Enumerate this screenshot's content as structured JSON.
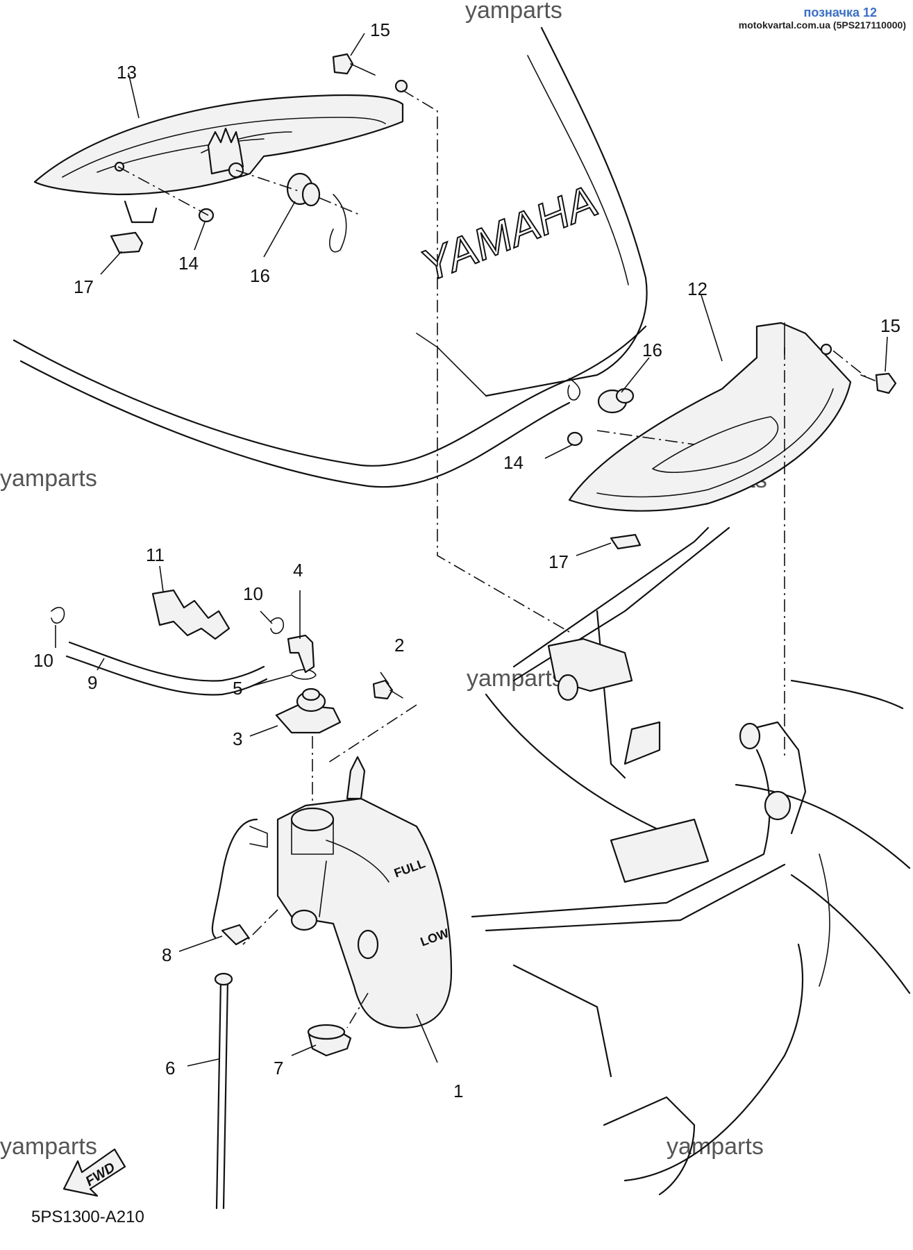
{
  "header": {
    "title": "позначка 12",
    "subtitle": "motokvartal.com.ua (5PS217110000)"
  },
  "watermark": "yamparts",
  "brand_text": "YAMAHA",
  "tank_full_label": "FULL",
  "tank_low_label": "LOW",
  "fwd_label": "FWD",
  "diagram_code": "5PS1300-A210",
  "callouts": {
    "c1": "1",
    "c2": "2",
    "c3": "3",
    "c4": "4",
    "c5": "5",
    "c6": "6",
    "c7": "7",
    "c8": "8",
    "c9": "9",
    "c10a": "10",
    "c10b": "10",
    "c11": "11",
    "c12": "12",
    "c13": "13",
    "c14a": "14",
    "c14b": "14",
    "c15a": "15",
    "c15b": "15",
    "c16a": "16",
    "c16b": "16",
    "c17a": "17",
    "c17b": "17"
  }
}
